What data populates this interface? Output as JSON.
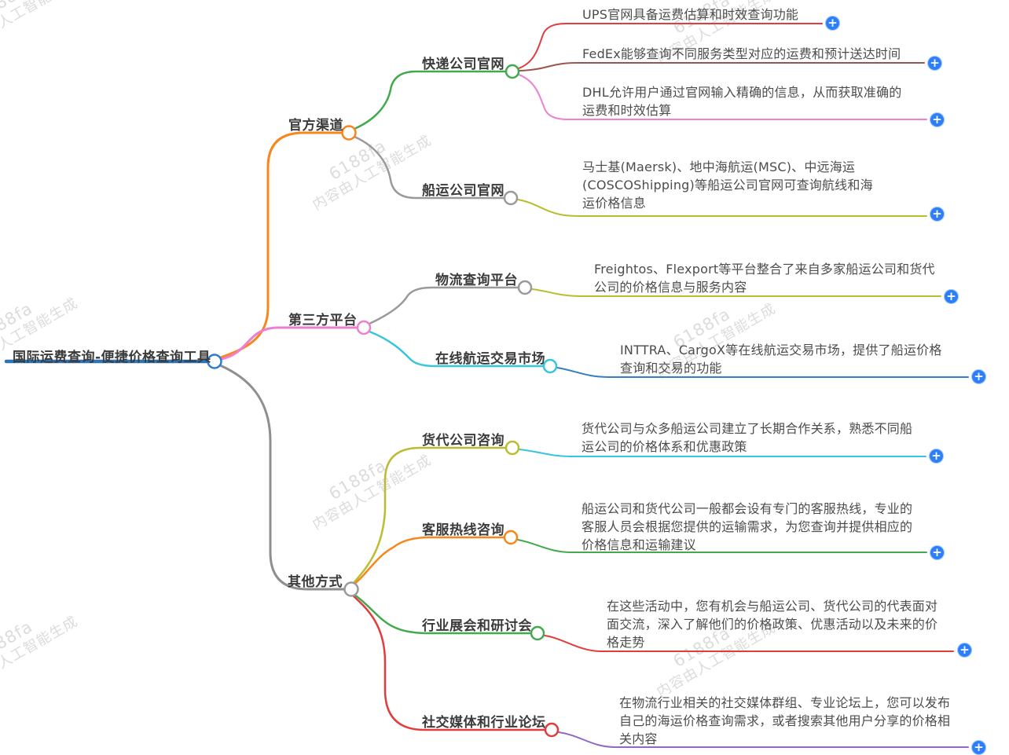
{
  "root": {
    "label": "国际运费查询-便捷价格查询工具"
  },
  "branches": [
    {
      "label": "官方渠道",
      "children": [
        {
          "label": "快递公司官网",
          "leaves": [
            {
              "text": "UPS官网具备运费估算和时效查询功能"
            },
            {
              "text": "FedEx能够查询不同服务类型对应的运费和预计送达时间"
            },
            {
              "text": "DHL允许用户通过官网输入精确的信息，从而获取准确的运费和时效估算"
            }
          ]
        },
        {
          "label": "船运公司官网",
          "leaves": [
            {
              "text": "马士基(Maersk)、地中海航运(MSC)、中远海运(COSCOShipping)等船运公司官网可查询航线和海运价格信息"
            }
          ]
        }
      ]
    },
    {
      "label": "第三方平台",
      "children": [
        {
          "label": "物流查询平台",
          "leaves": [
            {
              "text": "Freightos、Flexport等平台整合了来自多家船运公司和货代公司的价格信息与服务内容"
            }
          ]
        },
        {
          "label": "在线航运交易市场",
          "leaves": [
            {
              "text": "INTTRA、CargoX等在线航运交易市场，提供了船运价格查询和交易的功能"
            }
          ]
        }
      ]
    },
    {
      "label": "其他方式",
      "children": [
        {
          "label": "货代公司咨询",
          "leaves": [
            {
              "text": "货代公司与众多船运公司建立了长期合作关系，熟悉不同船运公司的价格体系和优惠政策"
            }
          ]
        },
        {
          "label": "客服热线咨询",
          "leaves": [
            {
              "text": "船运公司和货代公司一般都会设有专门的客服热线，专业的客服人员会根据您提供的运输需求，为您查询并提供相应的价格信息和运输建议"
            }
          ]
        },
        {
          "label": "行业展会和研讨会",
          "leaves": [
            {
              "text": "在这些活动中，您有机会与船运公司、货代公司的代表面对面交流，深入了解他们的价格政策、优惠活动以及未来的价格走势"
            }
          ]
        },
        {
          "label": "社交媒体和行业论坛",
          "leaves": [
            {
              "text": "在物流行业相关的社交媒体群组、专业论坛上，您可以发布自己的海运价格查询需求，或者搜索其他用户分享的价格相关内容"
            }
          ]
        }
      ]
    }
  ],
  "watermark": {
    "brand": "6188fa",
    "note": "内容由人工智能生成"
  },
  "ui": {
    "add_icon": "+"
  },
  "palette": {
    "root_blue": "#2e75b6",
    "root_circle_blue": "#2b7cd3",
    "orange": "#f8861b",
    "pink": "#ee7fd0",
    "gray": "#9a9a9a",
    "green": "#44a94e",
    "red": "#e23c3c",
    "dark_red": "#9a564d",
    "magenta_pink": "#ee82d2",
    "olive": "#b9bd2f",
    "cyan": "#35c5dd",
    "blue": "#337ec4",
    "purple": "#9168c5",
    "plus_button": "#2d7ff7",
    "label_text": "#3b3b3b",
    "leaf_text": "#4c4c4c",
    "watermark": "#dcdcdc"
  }
}
